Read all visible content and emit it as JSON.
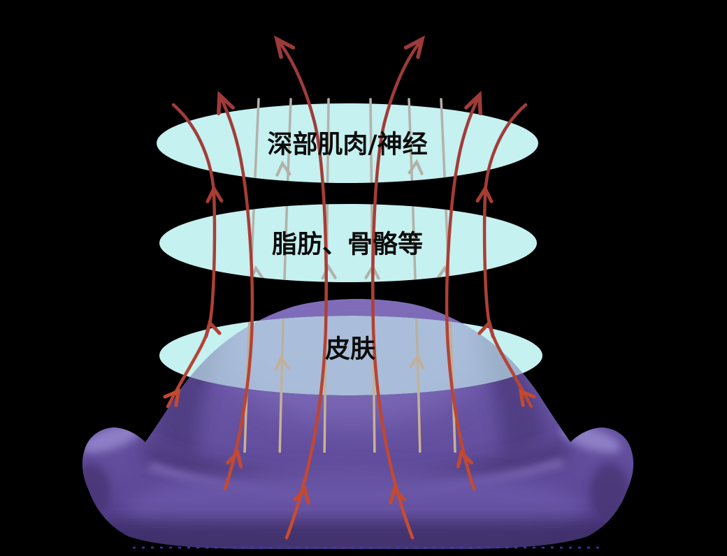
{
  "diagram": {
    "type": "tissue-stimulation-field-diagram",
    "layers": [
      {
        "id": "deep-muscle-nerve",
        "label": "深部肌肉/神经"
      },
      {
        "id": "fat-bone",
        "label": "脂肪、骨骼等"
      },
      {
        "id": "skin",
        "label": "皮肤"
      }
    ],
    "device": {
      "id": "flexible-pad"
    },
    "field_lines": {
      "red_count": 6,
      "gray_count": 6,
      "direction": "upward"
    },
    "colors": {
      "background": "#000000",
      "layer_fill": "#c5f1f0",
      "skin_overlap": "#a6c0d8",
      "pad_purple": "#6a56a6",
      "pad_purple_dark": "#4a3879",
      "pad_purple_light": "#8a78c3",
      "field_line_red": "#a83c34",
      "field_line_red_bright": "#c84b31",
      "field_line_gray": "#b5b2ab",
      "field_line_tan": "#c8b69a",
      "label_text": "#0c0c0c",
      "bottom_dashed_line": "#3a3ad0"
    }
  }
}
